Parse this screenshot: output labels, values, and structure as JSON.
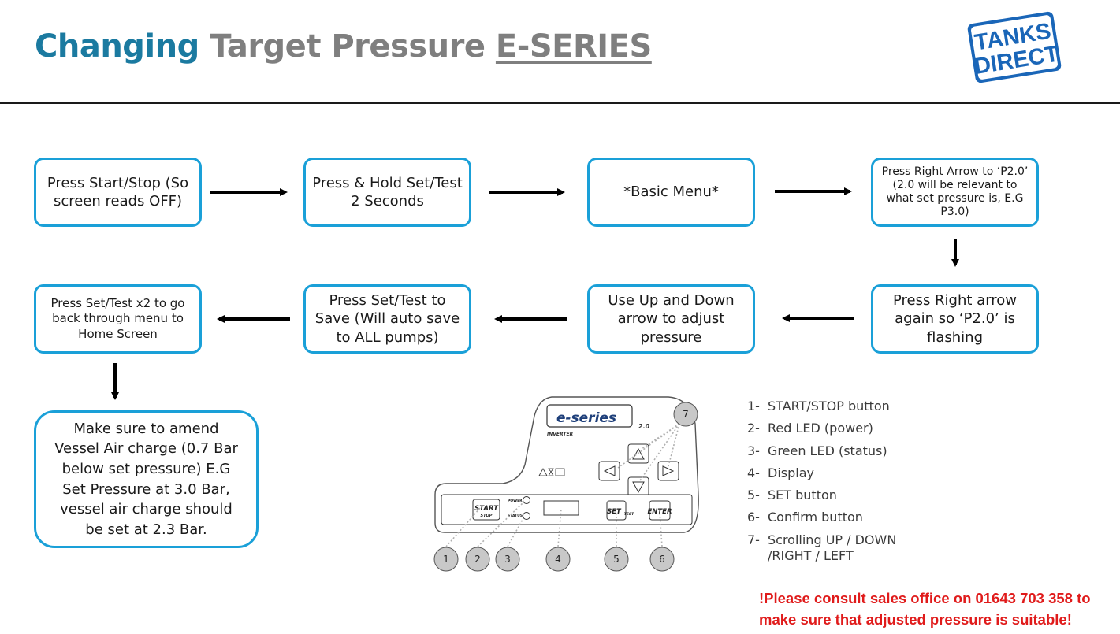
{
  "header": {
    "title_part1": "Changing",
    "title_part2": "Target Pressure",
    "title_part3": "E-SERIES",
    "logo_line1": "TANKS",
    "logo_line2": "DIRECT"
  },
  "flow": {
    "step1": "Press Start/Stop (So screen reads OFF)",
    "step2": "Press & Hold Set/Test 2 Seconds",
    "step3": "*Basic Menu*",
    "step4": "Press Right Arrow to ‘P2.0’ (2.0 will be relevant to what set pressure is, E.G P3.0)",
    "step5": "Press Right arrow again so ‘P2.0’ is flashing",
    "step6": "Use Up and Down arrow to adjust pressure",
    "step7": "Press Set/Test to Save (Will auto save to ALL pumps)",
    "step8": "Press Set/Test x2 to go back through menu to Home Screen",
    "step9": "Make sure to amend Vessel Air charge (0.7 Bar below set pressure) E.G Set Pressure at 3.0 Bar, vessel air charge should be set at 2.3 Bar."
  },
  "device": {
    "brand": "e-series",
    "version": "2.0",
    "subtitle": "INVERTER",
    "start_label": "START",
    "stop_label": "STOP",
    "power_label": "POWER",
    "status_label": "STATUS",
    "set_label": "SET",
    "test_label": "TEST",
    "enter_label": "ENTER",
    "callouts": [
      "1",
      "2",
      "3",
      "4",
      "5",
      "6",
      "7"
    ]
  },
  "legend": [
    {
      "num": "1-",
      "text": "START/STOP button"
    },
    {
      "num": "2-",
      "text": "Red LED (power)"
    },
    {
      "num": "3-",
      "text": "Green LED (status)"
    },
    {
      "num": "4-",
      "text": "Display"
    },
    {
      "num": "5-",
      "text": "SET button"
    },
    {
      "num": "6-",
      "text": "Confirm button"
    },
    {
      "num": "7-",
      "text": "Scrolling UP / DOWN",
      "text2": "/RIGHT / LEFT"
    }
  ],
  "warning": {
    "line1": "!Please consult sales office on 01643 703 358 to",
    "line2": "make sure that adjusted pressure is suitable!"
  },
  "colors": {
    "title_blue": "#1b7aa0",
    "title_grey": "#7f7f7f",
    "box_border": "#1aa0d8",
    "logo_blue": "#1a66b8",
    "warning_red": "#e01b1b"
  }
}
